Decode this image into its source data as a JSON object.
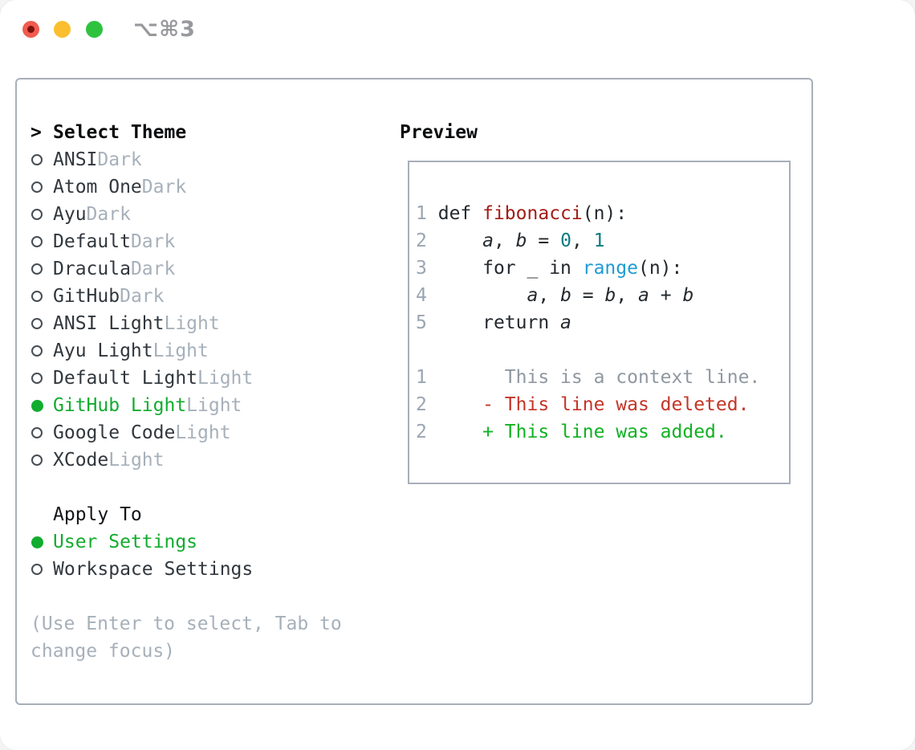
{
  "window": {
    "title": "⌥⌘3",
    "traffic_lights": [
      {
        "name": "close",
        "color": "#f25b50",
        "dot": "#7c120d"
      },
      {
        "name": "minimize",
        "color": "#fbbf2d"
      },
      {
        "name": "zoom",
        "color": "#2ec23e"
      }
    ]
  },
  "picker": {
    "header": {
      "prompt": ">",
      "label": "Select Theme"
    },
    "themes": [
      {
        "name": "ANSI",
        "variant": "Dark",
        "selected": false
      },
      {
        "name": "Atom One",
        "variant": "Dark",
        "selected": false
      },
      {
        "name": "Ayu",
        "variant": "Dark",
        "selected": false
      },
      {
        "name": "Default",
        "variant": "Dark",
        "selected": false
      },
      {
        "name": "Dracula",
        "variant": "Dark",
        "selected": false
      },
      {
        "name": "GitHub",
        "variant": "Dark",
        "selected": false
      },
      {
        "name": "ANSI Light",
        "variant": "Light",
        "selected": false
      },
      {
        "name": "Ayu Light",
        "variant": "Light",
        "selected": false
      },
      {
        "name": "Default Light",
        "variant": "Light",
        "selected": false
      },
      {
        "name": "GitHub Light",
        "variant": "Light",
        "selected": true
      },
      {
        "name": "Google Code",
        "variant": "Light",
        "selected": false
      },
      {
        "name": "XCode",
        "variant": "Light",
        "selected": false
      }
    ],
    "apply_to": {
      "label": "Apply To",
      "options": [
        {
          "name": "User Settings",
          "selected": true
        },
        {
          "name": "Workspace Settings",
          "selected": false
        }
      ]
    },
    "hint_lines": [
      "(Use Enter to select, Tab to",
      "change focus)"
    ]
  },
  "preview": {
    "title": "Preview",
    "code_lines": [
      {
        "num": "1",
        "segments": [
          {
            "text": "def ",
            "color": "t"
          },
          {
            "text": "fibonacci",
            "color": "fn"
          },
          {
            "text": "(n):",
            "color": "t"
          }
        ]
      },
      {
        "num": "2",
        "segments": [
          {
            "text": "    ",
            "color": "t"
          },
          {
            "text": "a",
            "color": "v"
          },
          {
            "text": ", ",
            "color": "t"
          },
          {
            "text": "b",
            "color": "v"
          },
          {
            "text": " = ",
            "color": "t"
          },
          {
            "text": "0",
            "color": "n"
          },
          {
            "text": ", ",
            "color": "t"
          },
          {
            "text": "1",
            "color": "n"
          }
        ]
      },
      {
        "num": "3",
        "segments": [
          {
            "text": "    for _ in ",
            "color": "t"
          },
          {
            "text": "range",
            "color": "b"
          },
          {
            "text": "(n):",
            "color": "t"
          }
        ]
      },
      {
        "num": "4",
        "segments": [
          {
            "text": "        ",
            "color": "t"
          },
          {
            "text": "a",
            "color": "v"
          },
          {
            "text": ", ",
            "color": "t"
          },
          {
            "text": "b",
            "color": "v"
          },
          {
            "text": " = ",
            "color": "t"
          },
          {
            "text": "b",
            "color": "v"
          },
          {
            "text": ", ",
            "color": "t"
          },
          {
            "text": "a",
            "color": "v"
          },
          {
            "text": " + ",
            "color": "t"
          },
          {
            "text": "b",
            "color": "v"
          }
        ]
      },
      {
        "num": "5",
        "segments": [
          {
            "text": "    return ",
            "color": "t"
          },
          {
            "text": "a",
            "color": "v"
          }
        ]
      }
    ],
    "diff_lines": [
      {
        "num": "1",
        "marker": " ",
        "text": "This is a context line.",
        "kind": "context"
      },
      {
        "num": "2",
        "marker": "-",
        "text": "This line was deleted.",
        "kind": "deleted"
      },
      {
        "num": "2",
        "marker": "+",
        "text": "This line was added.",
        "kind": "added"
      }
    ]
  },
  "colors": {
    "accent_green": "#12ac2e",
    "diff_added": "#10b222",
    "diff_deleted": "#c43527",
    "diff_context": "#8f98a1",
    "code_function": "#a31d17",
    "code_number": "#0b7c82",
    "code_builtin": "#1e9bd3",
    "line_number": "#9aa5b2",
    "muted": "#a6b0ba",
    "text": "#24292e",
    "border": "#a7afb9",
    "traffic_red": "#f25b50",
    "traffic_red_dot": "#7c120d",
    "traffic_yellow": "#fbbf2d",
    "traffic_green": "#2ec23e"
  }
}
